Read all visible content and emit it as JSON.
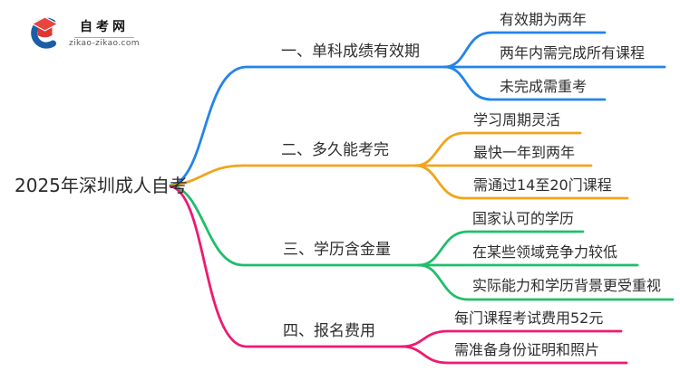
{
  "logo": {
    "title": "自考网",
    "domain": "zikao-zikao.com"
  },
  "root": {
    "label": "2025年深圳成人自考"
  },
  "colors": {
    "blue": "#2484e8",
    "orange": "#f2a41b",
    "green": "#1fbe6b",
    "pink": "#ee1a70",
    "text": "#2e2e2e"
  },
  "branches": [
    {
      "label": "一、单科成绩有效期",
      "color": "#2484e8",
      "children": [
        "有效期为两年",
        "两年内需完成所有课程",
        "未完成需重考"
      ]
    },
    {
      "label": "二、多久能考完",
      "color": "#f2a41b",
      "children": [
        "学习周期灵活",
        "最快一年到两年",
        "需通过14至20门课程"
      ]
    },
    {
      "label": "三、学历含金量",
      "color": "#1fbe6b",
      "children": [
        "国家认可的学历",
        "在某些领域竞争力较低",
        "实际能力和学历背景更受重视"
      ]
    },
    {
      "label": "四、报名费用",
      "color": "#ee1a70",
      "children": [
        "每门课程考试费用52元",
        "需准备身份证明和照片"
      ]
    }
  ]
}
